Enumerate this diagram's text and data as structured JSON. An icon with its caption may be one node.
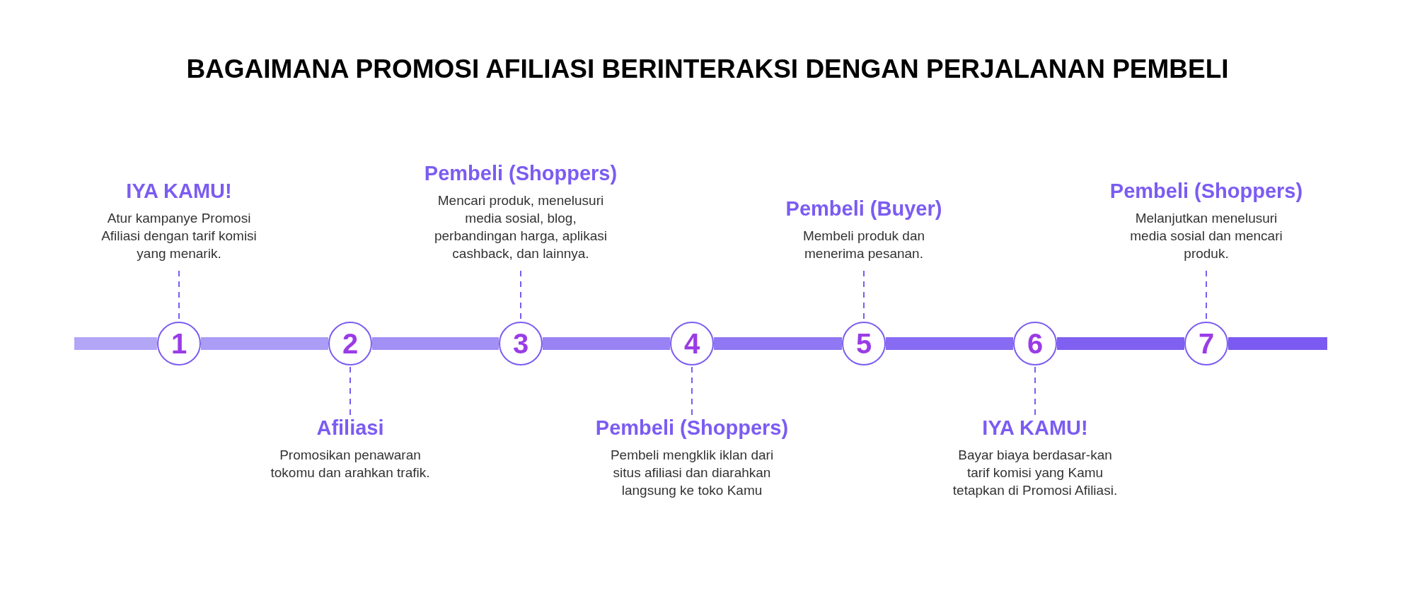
{
  "diagram": {
    "title": "BAGAIMANA PROMOSI AFILIASI BERINTERAKSI DENGAN PERJALANAN PEMBELI",
    "nodes": [
      {
        "text": [
          "1"
        ]
      },
      {
        "text": [
          "2"
        ]
      },
      {
        "text": [
          "3"
        ]
      },
      {
        "text": [
          "4"
        ]
      },
      {
        "text": [
          "5"
        ]
      },
      {
        "text": [
          "6"
        ]
      },
      {
        "text": [
          "7"
        ]
      },
      {
        "text": [
          "IYA KAMU!",
          "Atur kampanye Promosi Afiliasi dengan tarif komisi yang menarik."
        ]
      },
      {
        "text": [
          "Afiliasi",
          "Promosikan penawaran tokomu dan arahkan trafik."
        ]
      },
      {
        "text": [
          "Pembeli (Shoppers)",
          "Mencari produk, menelusuri media sosial, blog, perbandingan harga, aplikasi cashback, dan lainnya."
        ]
      },
      {
        "text": [
          "Pembeli (Shoppers)",
          "Pembeli mengklik iklan dari situs afiliasi dan diarahkan langsung ke toko Kamu"
        ]
      },
      {
        "text": [
          "Pembeli (Buyer)",
          "Membeli produk dan menerima pesanan."
        ]
      },
      {
        "text": [
          "IYA KAMU!",
          "Bayar biaya berdasar-kan tarif komisi yang Kamu tetapkan di Promosi Afiliasi."
        ]
      },
      {
        "text": [
          "Pembeli (Shoppers)",
          "Melanjutkan menelusuri media sosial dan mencari produk."
        ]
      }
    ],
    "edges": [
      {
        "from": 0,
        "to": 1,
        "arrow": "none",
        "style": "thick",
        "color": "#ab9cf6"
      },
      {
        "from": 1,
        "to": 2,
        "arrow": "none",
        "style": "thick",
        "color": "#a290f5"
      },
      {
        "from": 2,
        "to": 3,
        "arrow": "none",
        "style": "thick",
        "color": "#9983f4"
      },
      {
        "from": 3,
        "to": 4,
        "arrow": "none",
        "style": "thick",
        "color": "#9077f3"
      },
      {
        "from": 4,
        "to": 5,
        "arrow": "none",
        "style": "thick",
        "color": "#876bf2"
      },
      {
        "from": 5,
        "to": 6,
        "arrow": "none",
        "style": "thick",
        "color": "#7f60f1"
      },
      {
        "from": 7,
        "to": 0,
        "arrow": "none",
        "style": "dashed"
      },
      {
        "from": 8,
        "to": 1,
        "arrow": "none",
        "style": "dashed"
      },
      {
        "from": 9,
        "to": 2,
        "arrow": "none",
        "style": "dashed"
      },
      {
        "from": 10,
        "to": 3,
        "arrow": "none",
        "style": "dashed"
      },
      {
        "from": 11,
        "to": 4,
        "arrow": "none",
        "style": "dashed"
      },
      {
        "from": 12,
        "to": 5,
        "arrow": "none",
        "style": "dashed"
      },
      {
        "from": 13,
        "to": 6,
        "arrow": "none",
        "style": "dashed"
      }
    ]
  }
}
